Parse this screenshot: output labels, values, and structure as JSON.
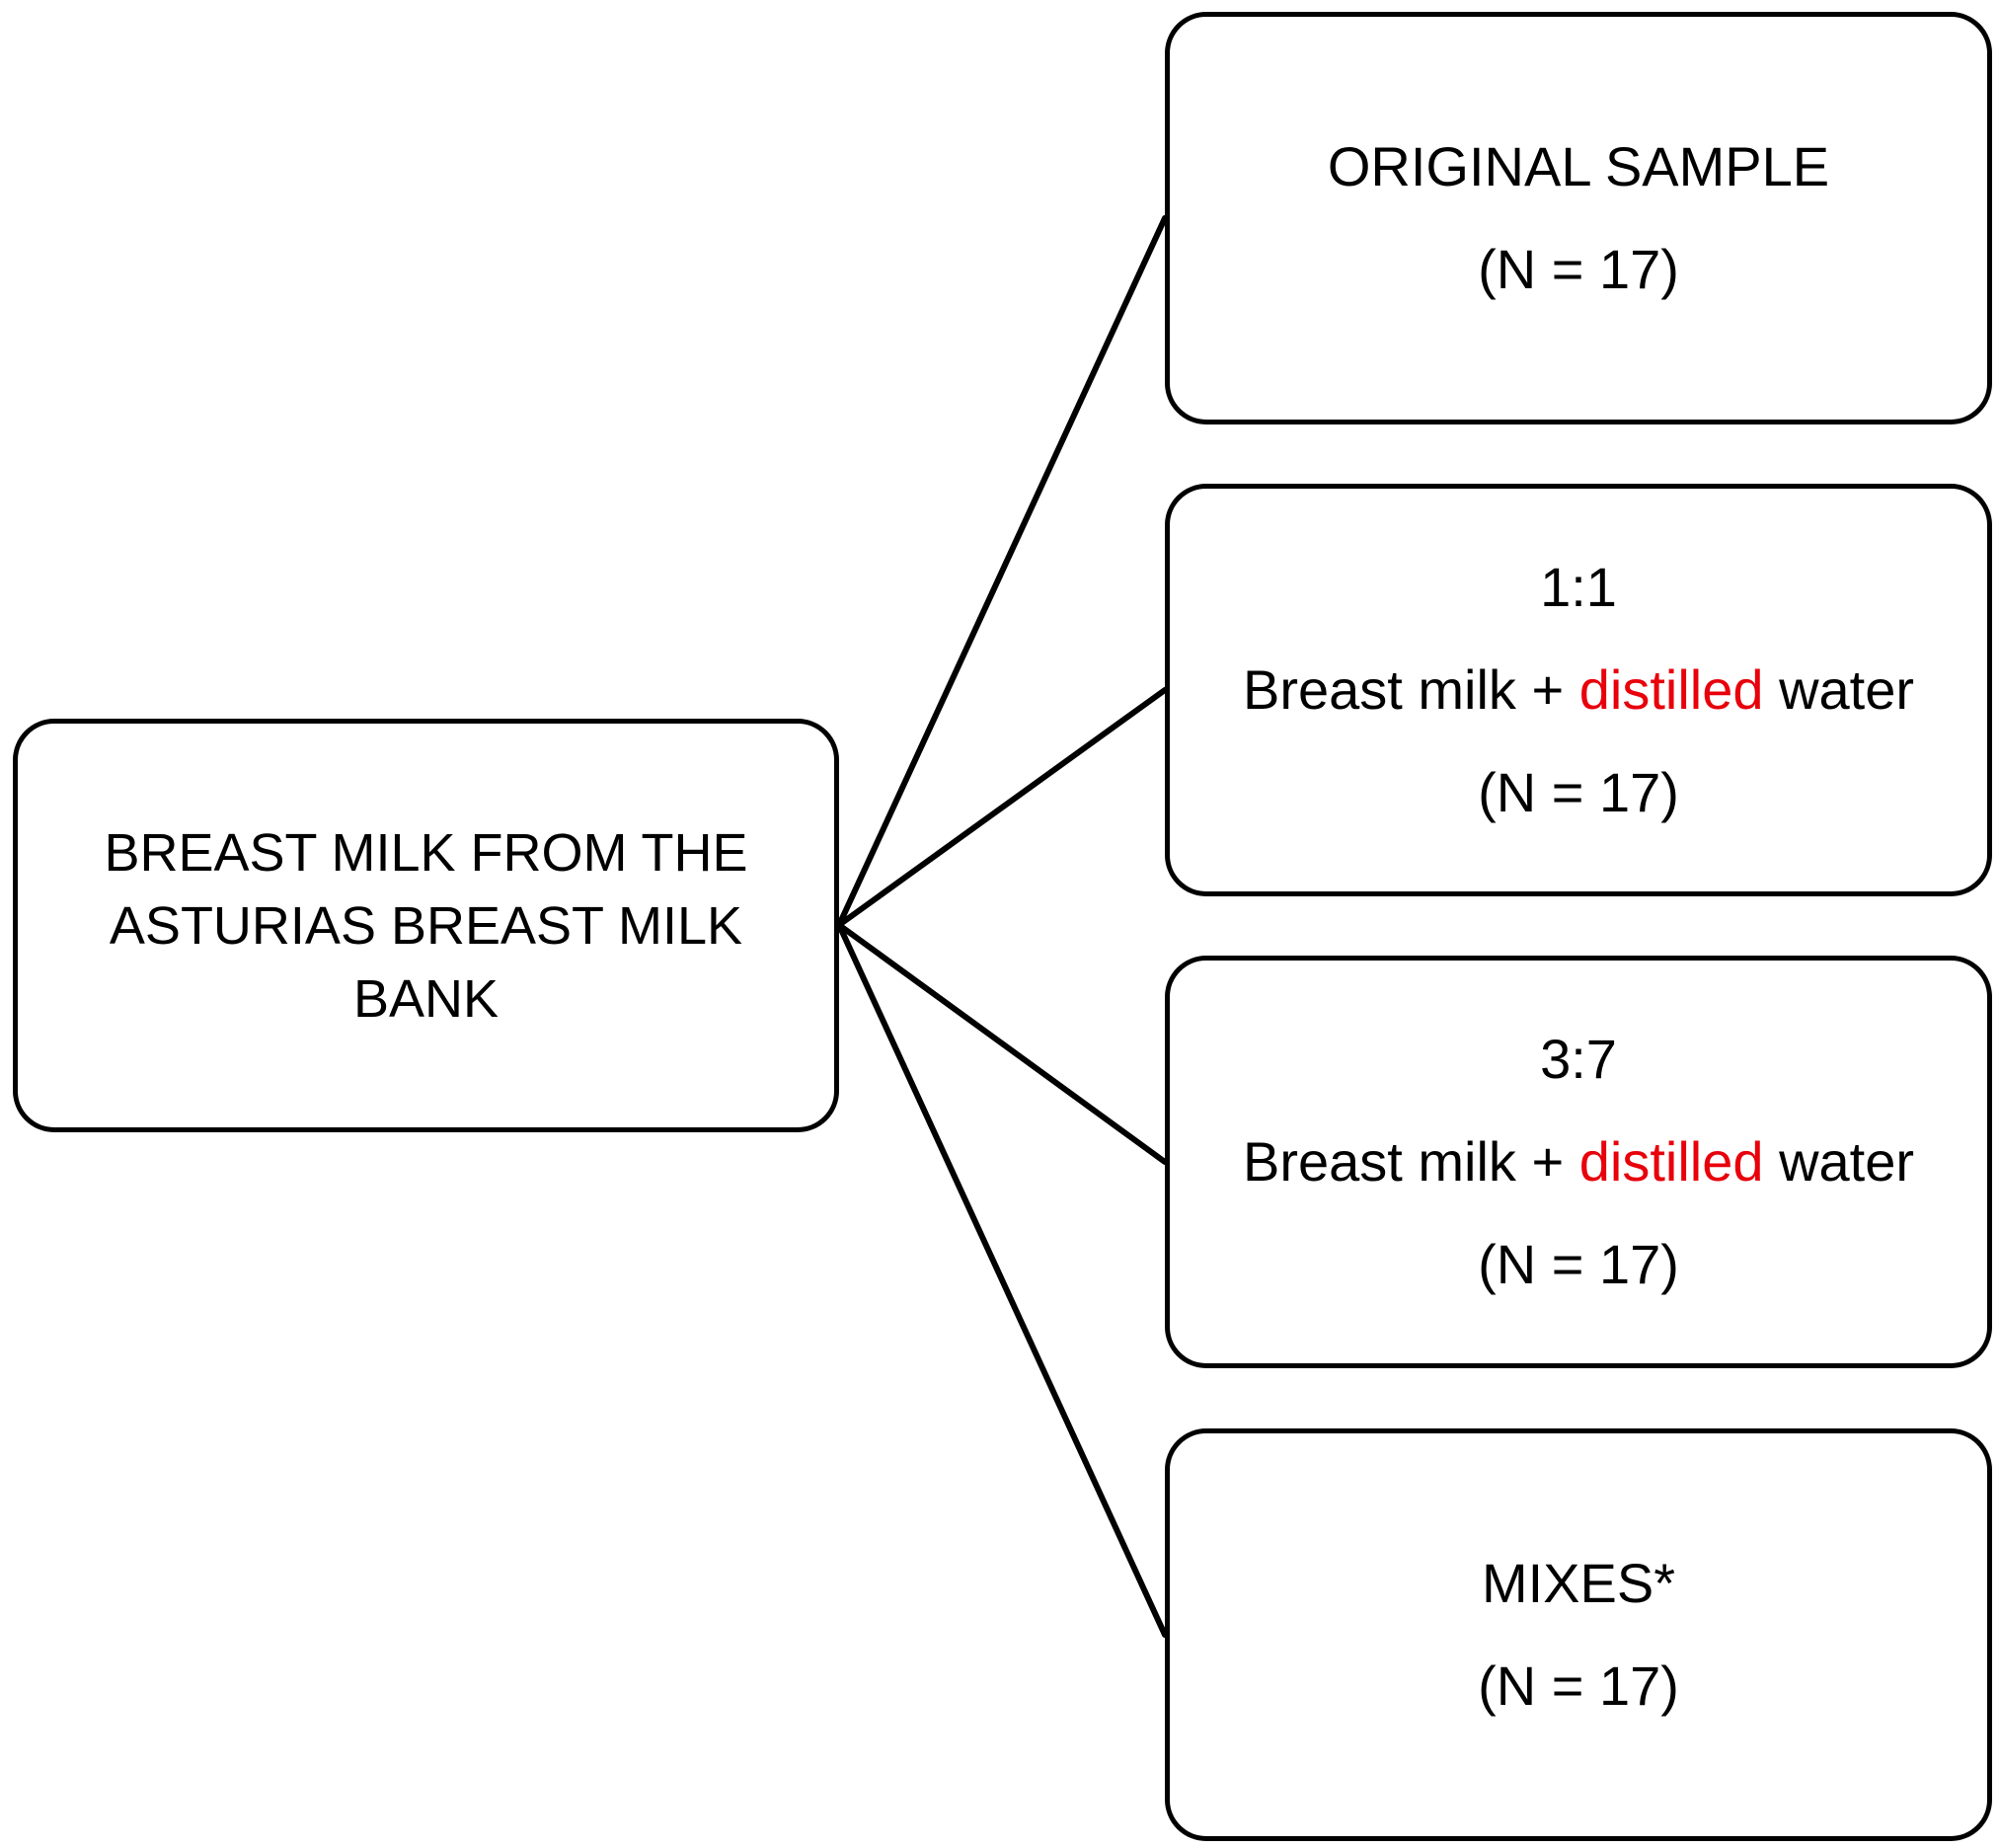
{
  "colors": {
    "stroke": "#000000",
    "accent": "#e8000b",
    "background": "#ffffff"
  },
  "source": {
    "label": "BREAST MILK FROM THE ASTURIAS BREAST MILK BANK"
  },
  "targets": {
    "original": {
      "title": "ORIGINAL SAMPLE",
      "count": "(N = 17)"
    },
    "dilution_1_1": {
      "ratio": "1:1",
      "desc_before": "Breast milk + ",
      "desc_accent": "distilled",
      "desc_after": " water",
      "count": "(N = 17)"
    },
    "dilution_3_7": {
      "ratio": "3:7",
      "desc_before": "Breast milk + ",
      "desc_accent": "distilled",
      "desc_after": " water",
      "count": "(N = 17)"
    },
    "mixes": {
      "title": "MIXES*",
      "count": "(N = 17)"
    }
  }
}
